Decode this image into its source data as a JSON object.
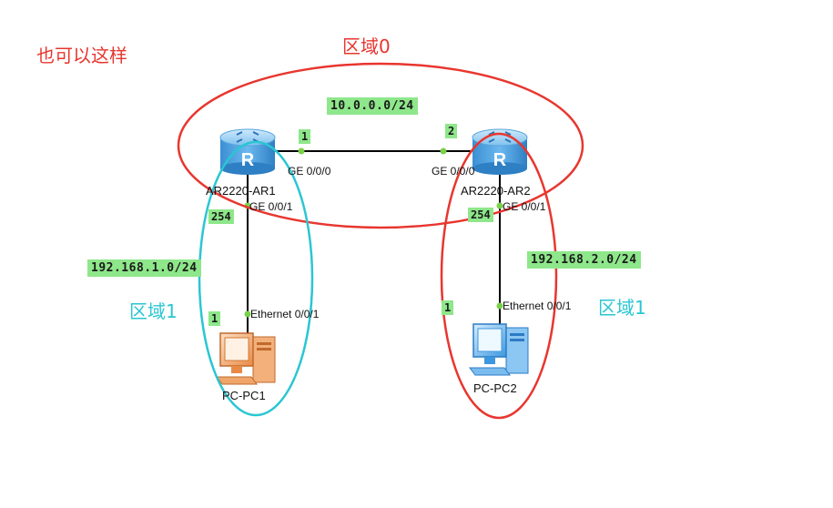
{
  "note": {
    "text": "也可以这样",
    "color": "#e8362f"
  },
  "areas": {
    "area0": {
      "label": "区域0",
      "color": "#e8362f"
    },
    "area1_left": {
      "label": "区域1",
      "color": "#2ac6d2"
    },
    "area1_right": {
      "label": "区域1",
      "color": "#2ac6d2"
    }
  },
  "networks": {
    "backbone": "10.0.0.0/24",
    "lan1": "192.168.1.0/24",
    "lan2": "192.168.2.0/24"
  },
  "devices": {
    "ar1": {
      "name": "AR2220-AR1",
      "icon": "router-icon"
    },
    "ar2": {
      "name": "AR2220-AR2",
      "icon": "router-icon"
    },
    "pc1": {
      "name": "PC-PC1",
      "icon": "pc-icon"
    },
    "pc2": {
      "name": "PC-PC2",
      "icon": "pc-icon"
    }
  },
  "ports": {
    "ar1_ge000": "GE 0/0/0",
    "ar1_ge001": "GE 0/0/1",
    "ar2_ge000": "GE 0/0/0",
    "ar2_ge001": "GE 0/0/1",
    "pc1_eth": "Ethernet 0/0/1",
    "pc2_eth": "Ethernet 0/0/1"
  },
  "host_ids": {
    "ar1_backbone": "1",
    "ar2_backbone": "2",
    "ar1_lan": "254",
    "ar2_lan": "254",
    "pc1": "1",
    "pc2": "1"
  },
  "colors": {
    "label_bg": "#8ee78a",
    "area_red": "#e8362f",
    "area_cyan": "#2ac6d2",
    "link": "#000000",
    "port_dot": "#7ad14a"
  }
}
